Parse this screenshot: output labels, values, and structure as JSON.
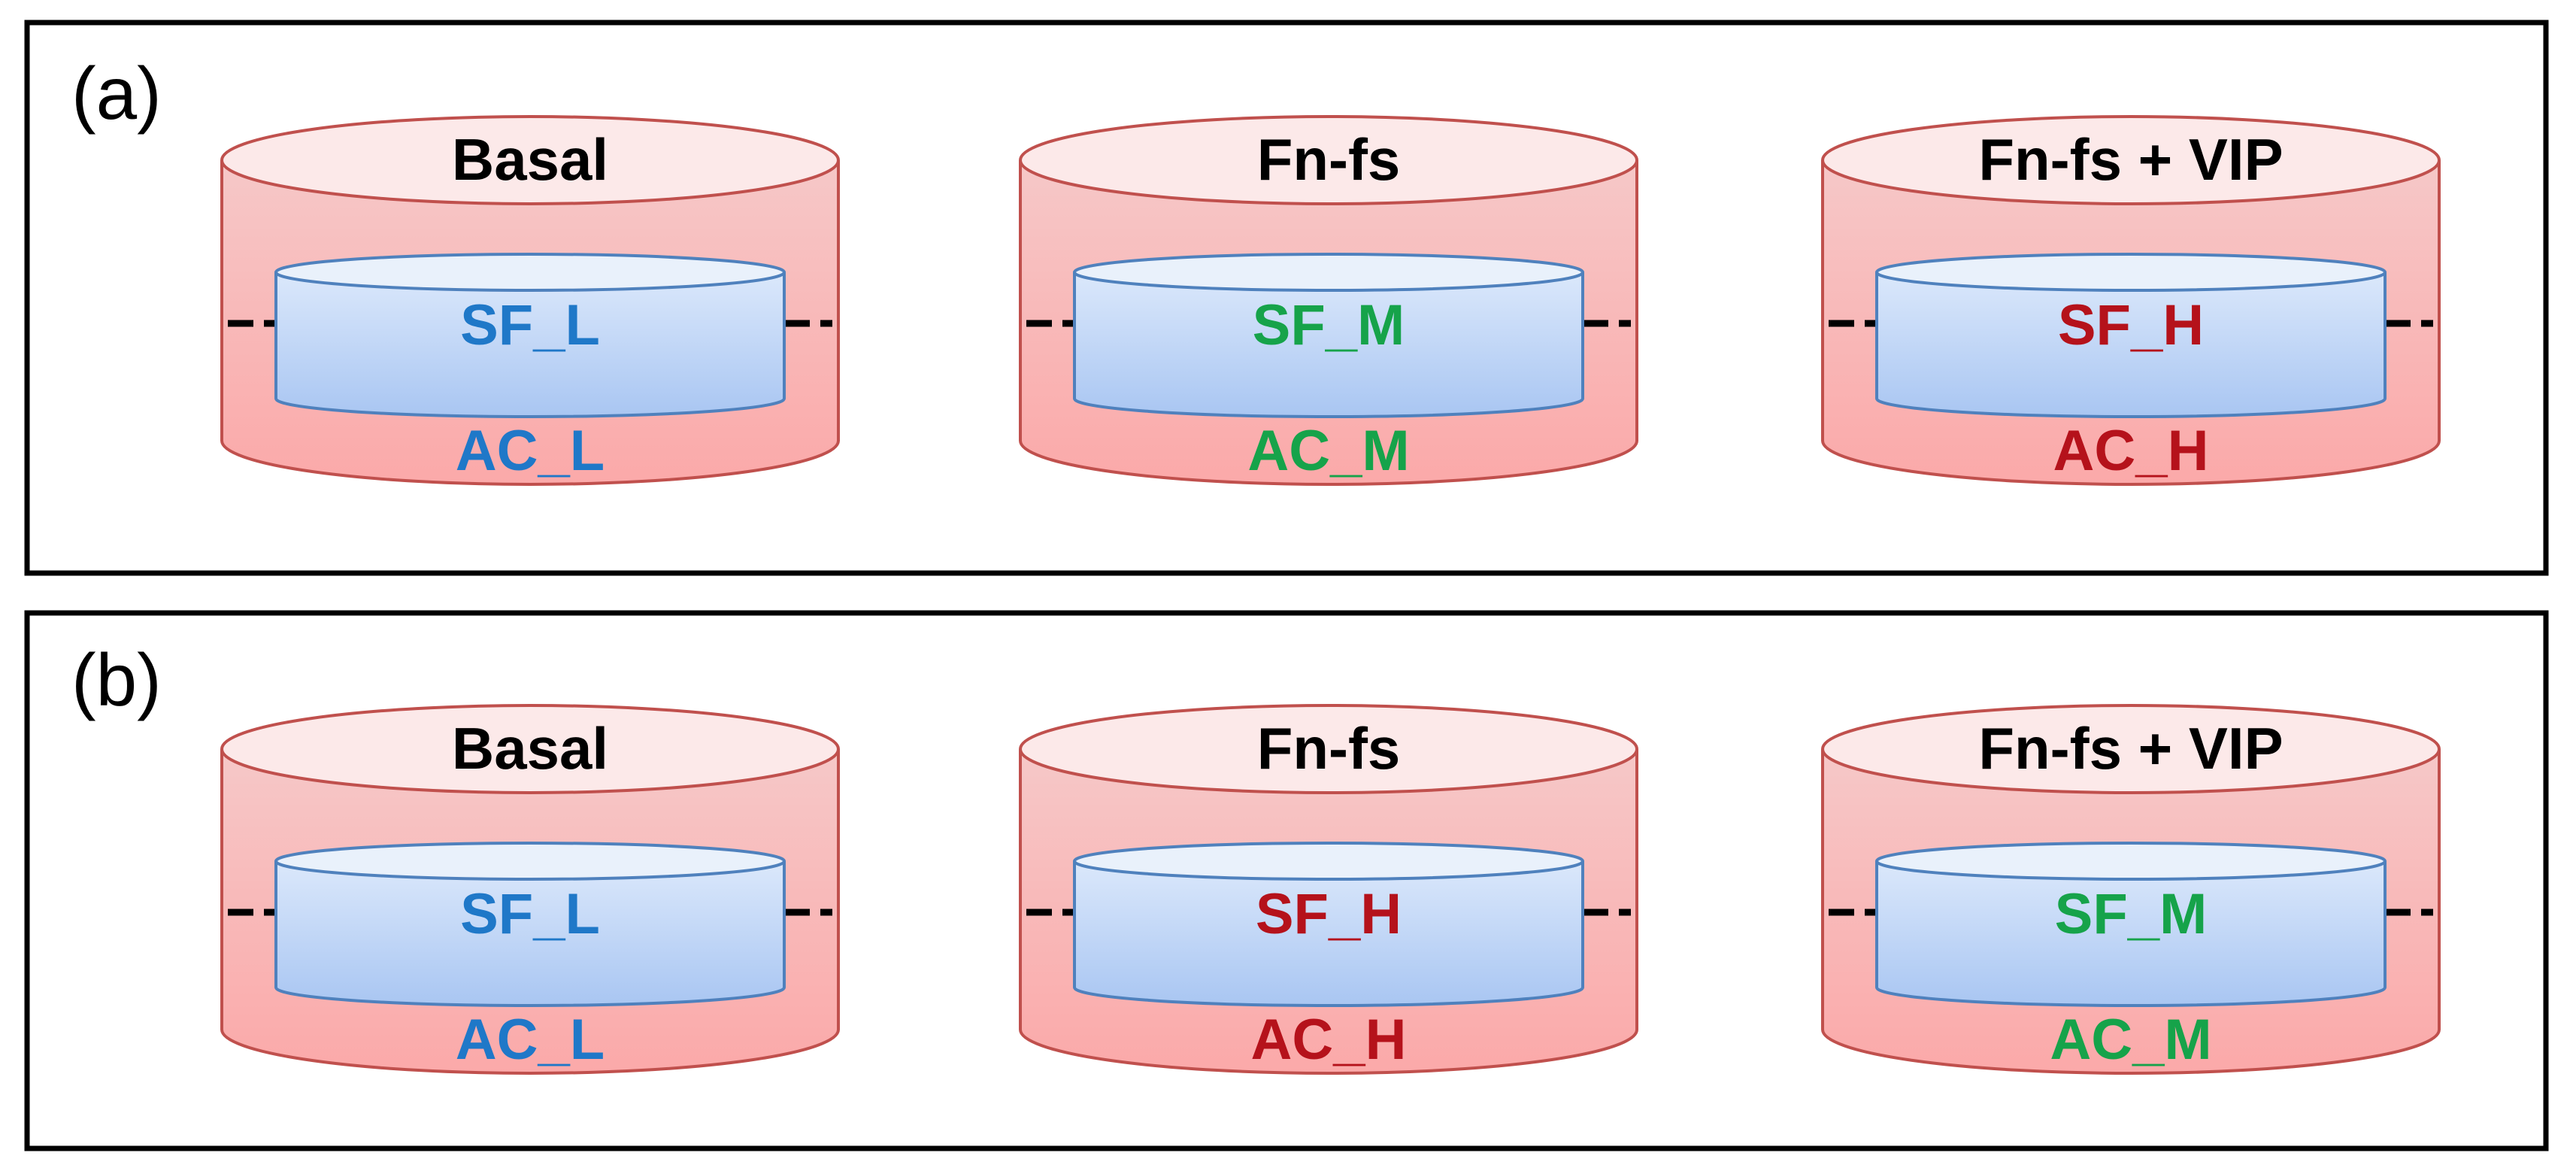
{
  "colors": {
    "L": "#1f78c8",
    "M": "#16a34a",
    "H": "#b5121b"
  },
  "panels": [
    {
      "label": "(a)",
      "cylinders": [
        {
          "condition": "Basal",
          "sf": {
            "text": "SF_L",
            "level": "L"
          },
          "ac": {
            "text": "AC_L",
            "level": "L"
          }
        },
        {
          "condition": "Fn-fs",
          "sf": {
            "text": "SF_M",
            "level": "M"
          },
          "ac": {
            "text": "AC_M",
            "level": "M"
          }
        },
        {
          "condition": "Fn-fs + VIP",
          "sf": {
            "text": "SF_H",
            "level": "H"
          },
          "ac": {
            "text": "AC_H",
            "level": "H"
          }
        }
      ]
    },
    {
      "label": "(b)",
      "cylinders": [
        {
          "condition": "Basal",
          "sf": {
            "text": "SF_L",
            "level": "L"
          },
          "ac": {
            "text": "AC_L",
            "level": "L"
          }
        },
        {
          "condition": "Fn-fs",
          "sf": {
            "text": "SF_H",
            "level": "H"
          },
          "ac": {
            "text": "AC_H",
            "level": "H"
          }
        },
        {
          "condition": "Fn-fs + VIP",
          "sf": {
            "text": "SF_M",
            "level": "M"
          },
          "ac": {
            "text": "AC_M",
            "level": "M"
          }
        }
      ]
    }
  ]
}
